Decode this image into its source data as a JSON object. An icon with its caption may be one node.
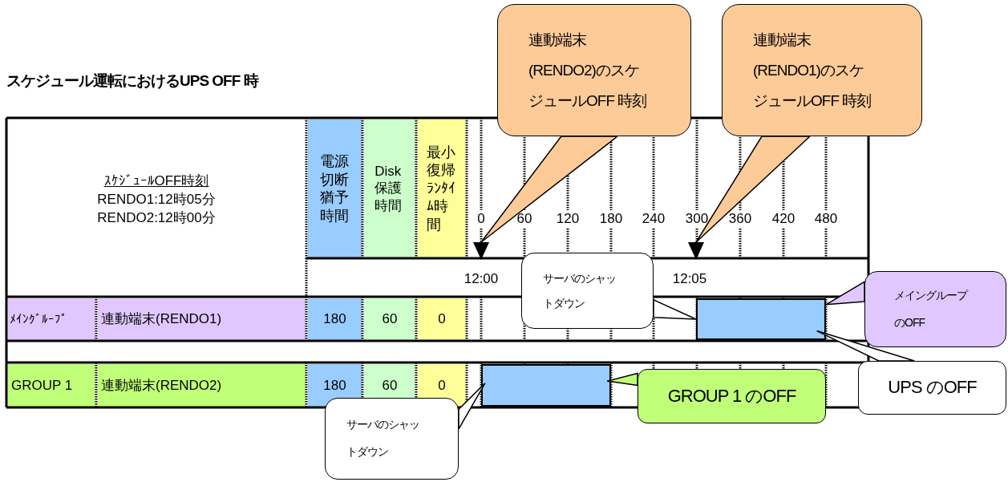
{
  "diagram": {
    "title": "スケジュール運転におけるUPS OFF 時",
    "nodes": [
      {
        "text": [
          "連動端末(RENDO2)のスケジュールOFF 時刻"
        ]
      },
      {
        "text": [
          "連動端末(RENDO1)のスケジュールOFF 時刻"
        ]
      },
      {
        "text": [],
        "shape": "triangle"
      },
      {
        "text": [],
        "shape": "triangle"
      },
      {
        "text": [],
        "shape": "bar"
      },
      {
        "text": [],
        "shape": "bar"
      },
      {
        "text": [
          "サーバのシャットダウン"
        ]
      },
      {
        "text": [
          "メイングループのOFF"
        ]
      },
      {
        "text": [
          "UPS のOFF"
        ]
      },
      {
        "text": [
          "GROUP 1 のOFF"
        ]
      },
      {
        "text": [
          "サーバのシャットダウン"
        ]
      }
    ],
    "edges": [
      {
        "from": 0,
        "to": 2,
        "arrow": "none"
      },
      {
        "from": 1,
        "to": 3,
        "arrow": "none"
      },
      {
        "from": 6,
        "to": 4,
        "arrow": "none"
      },
      {
        "from": 7,
        "to": 4,
        "arrow": "none"
      },
      {
        "from": 8,
        "to": 4,
        "arrow": "none"
      },
      {
        "from": 9,
        "to": 5,
        "arrow": "none"
      },
      {
        "from": 10,
        "to": 5,
        "arrow": "none"
      }
    ],
    "labels": [
      "ｽｹｼﾞｭｰﾙOFF時刻",
      "RENDO1:12時05分",
      "RENDO2:12時00分",
      "電源切断猶予時間",
      "Disk保護時間",
      "最小復帰ﾗﾝﾀｲﾑ時間",
      "0",
      "60",
      "120",
      "180",
      "240",
      "300",
      "360",
      "420",
      "480",
      "12:00",
      "12:05",
      "ﾒｲﾝｸﾞﾙｰﾌﾟ",
      "連動端末(RENDO1)",
      "180",
      "60",
      "0",
      "GROUP 1",
      "連動端末(RENDO2)",
      "180",
      "60",
      "0"
    ]
  }
}
